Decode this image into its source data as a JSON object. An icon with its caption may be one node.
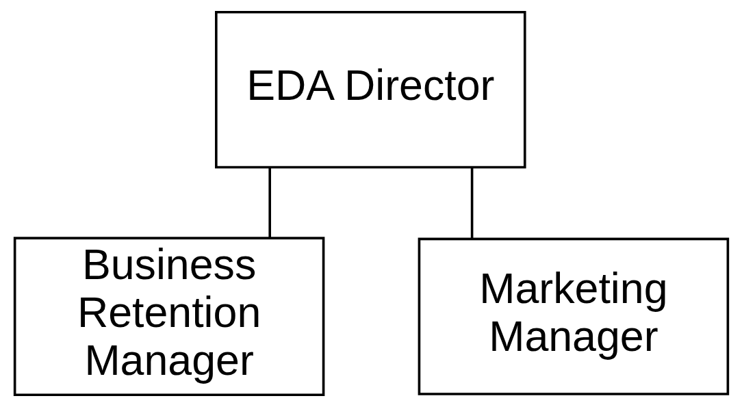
{
  "diagram": {
    "nodes": [
      {
        "text": [
          "EDA Director"
        ]
      },
      {
        "text": [
          "Business Retention Manager"
        ]
      },
      {
        "text": [
          "Marketing Manager"
        ]
      }
    ],
    "edges": [
      {
        "from": 0,
        "to": 1,
        "arrow": "none"
      },
      {
        "from": 0,
        "to": 2,
        "arrow": "none"
      }
    ]
  }
}
